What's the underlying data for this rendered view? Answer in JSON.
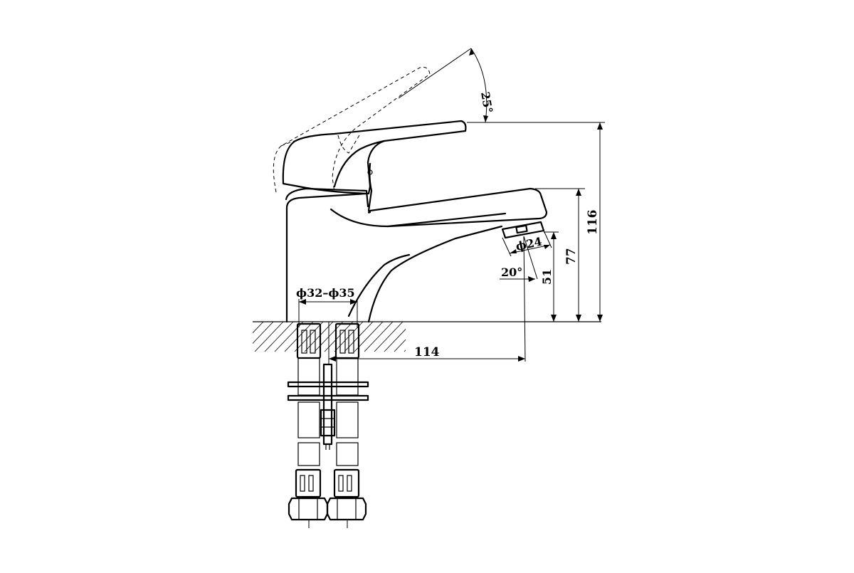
{
  "diagram": {
    "dimensions": {
      "lever_angle": "25°",
      "height_total": "116",
      "height_spout_top": "77",
      "height_outlet": "51",
      "outlet_diameter": "ϕ24",
      "outlet_angle": "20°",
      "mount_hole": "ϕ32–ϕ35",
      "reach": "114"
    },
    "colors": {
      "line": "#000000",
      "background": "#ffffff"
    }
  }
}
